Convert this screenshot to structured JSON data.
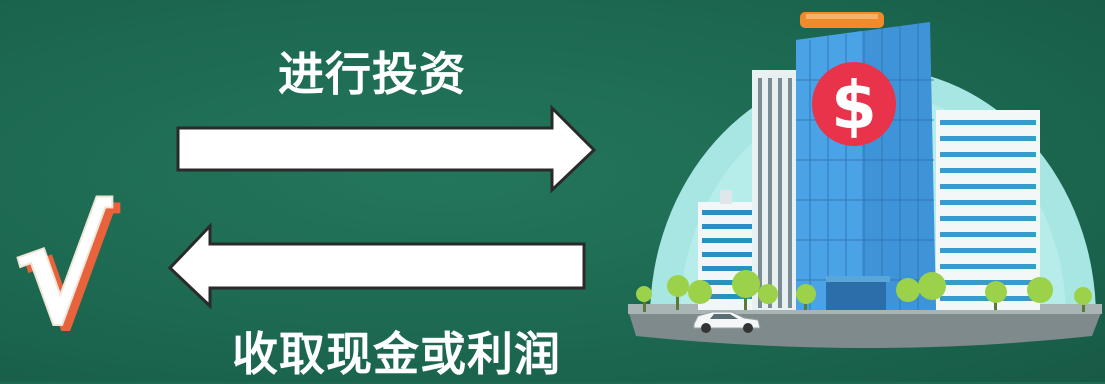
{
  "diagram": {
    "top_label": "进行投资",
    "bottom_label": "收取现金或利润",
    "check_mark": "√",
    "sign_symbol": "$"
  },
  "colors": {
    "background": "#1e6a52",
    "arrow_fill": "#ffffff",
    "arrow_stroke": "#2a2a2a",
    "check_fill": "#ffffff",
    "check_shadow": "#e8623c",
    "dollar_badge": "#e8334a",
    "tower_glass": "#3b8fd6",
    "dome": "#9fe3e3",
    "roof": "#f08a2a"
  },
  "icons": [
    "check-mark-icon",
    "right-arrow-icon",
    "left-arrow-icon",
    "building-illustration",
    "dollar-sign-icon",
    "car-icon"
  ]
}
